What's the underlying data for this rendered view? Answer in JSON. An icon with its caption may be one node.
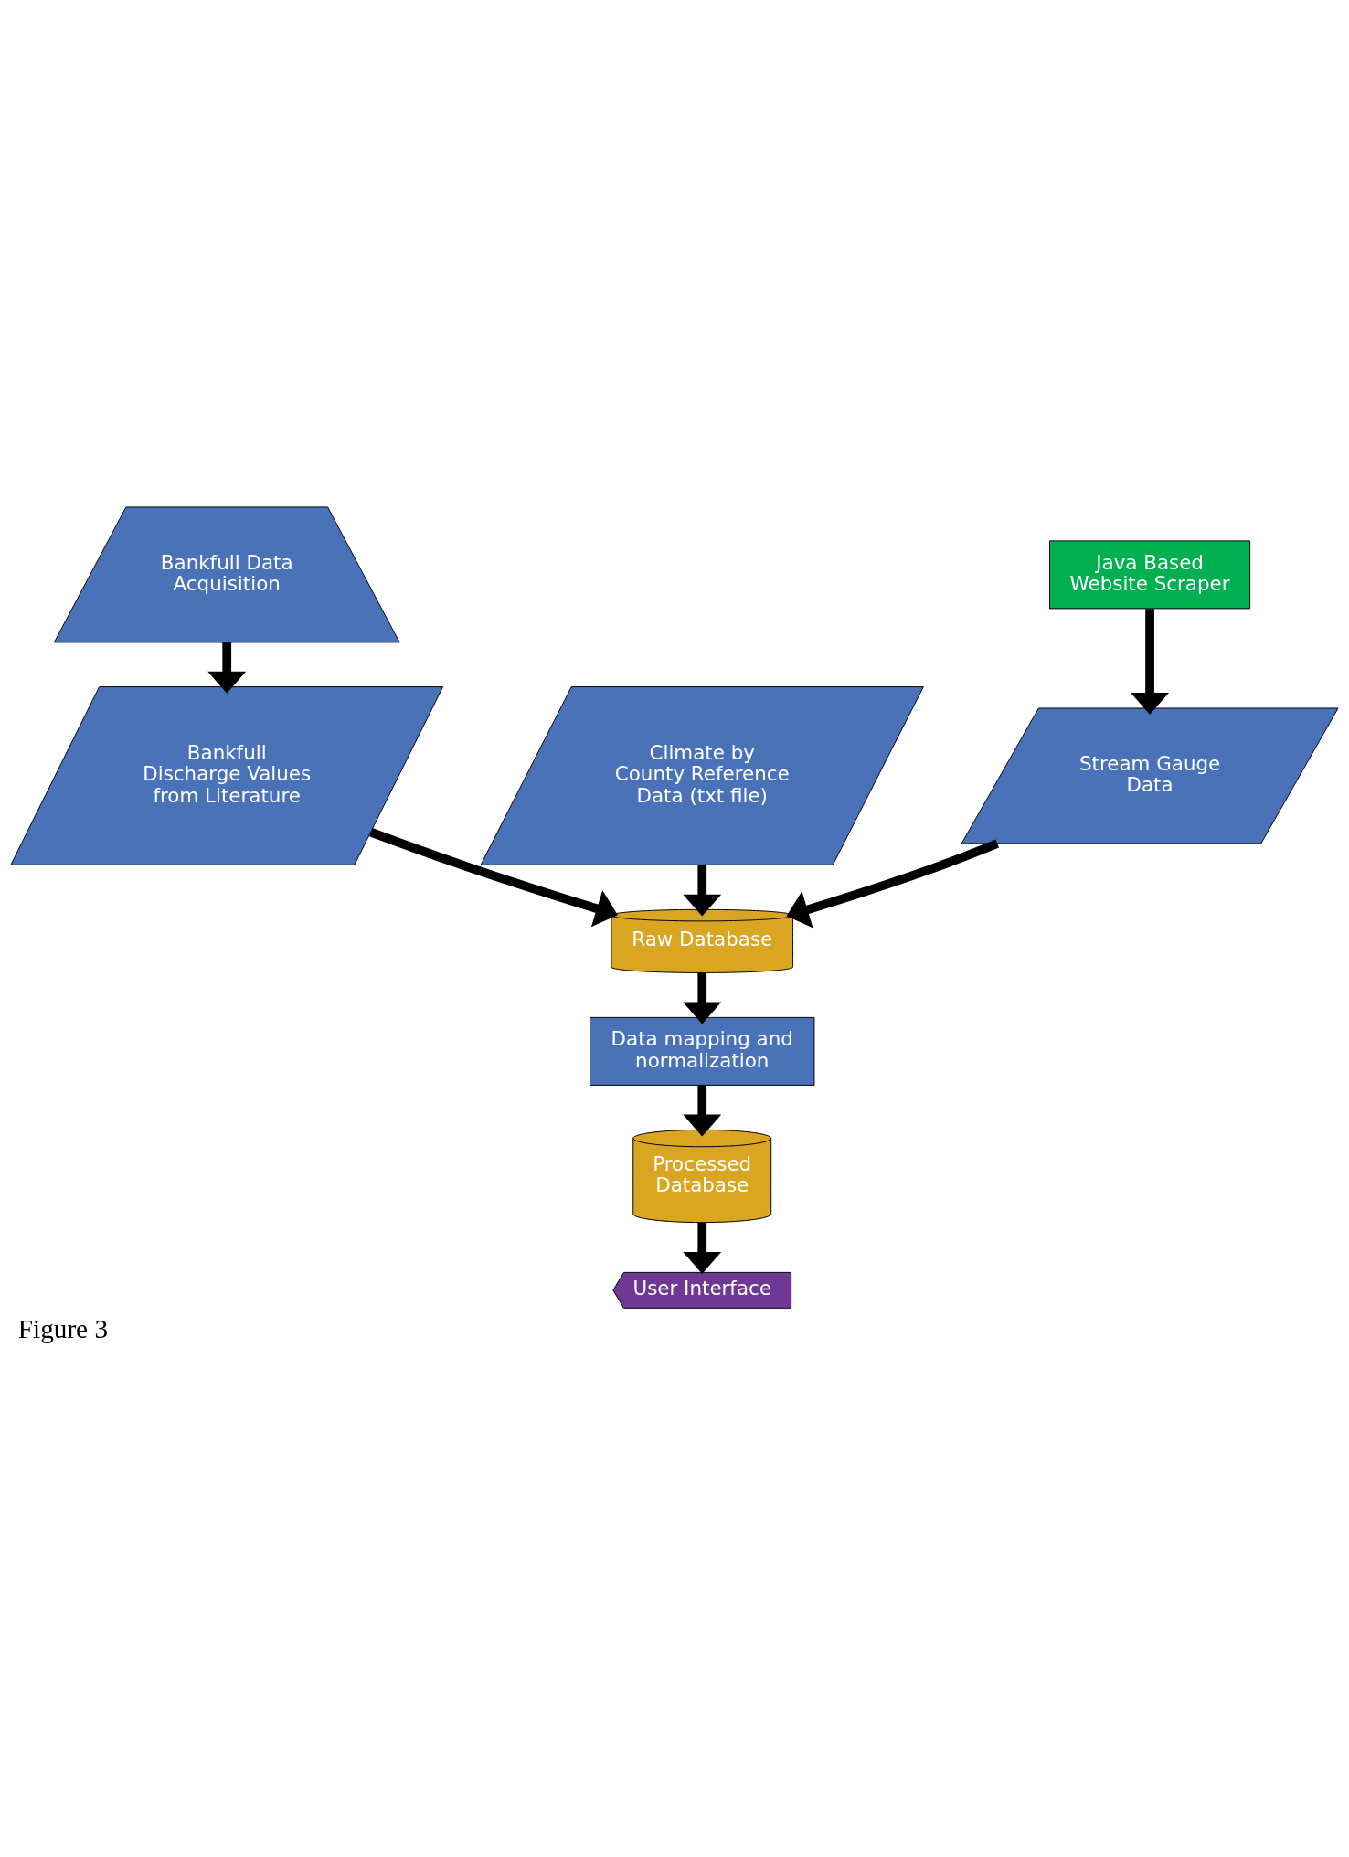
{
  "diagram": {
    "caption": "Figure 3",
    "nodes": [
      {
        "text": [
          "Bankfull Data Acquisition"
        ]
      },
      {
        "text": [
          "Java Based Website Scraper"
        ]
      },
      {
        "text": [
          "Bankfull Discharge Values from Literature"
        ]
      },
      {
        "text": [
          "Climate by County Reference Data (txt file)"
        ]
      },
      {
        "text": [
          "Stream Gauge Data"
        ]
      },
      {
        "text": [
          "Raw Database"
        ]
      },
      {
        "text": [
          "Data mapping and normalization"
        ]
      },
      {
        "text": [
          "Processed Database"
        ]
      },
      {
        "text": [
          "User Interface"
        ]
      }
    ],
    "edges": [
      {
        "from": 0,
        "to": 2,
        "arrow": "to"
      },
      {
        "from": 1,
        "to": 4,
        "arrow": "to"
      },
      {
        "from": 2,
        "to": 5,
        "arrow": "to"
      },
      {
        "from": 3,
        "to": 5,
        "arrow": "to"
      },
      {
        "from": 4,
        "to": 5,
        "arrow": "to"
      },
      {
        "from": 5,
        "to": 6,
        "arrow": "to"
      },
      {
        "from": 6,
        "to": 7,
        "arrow": "to"
      },
      {
        "from": 7,
        "to": 8,
        "arrow": "to"
      }
    ]
  }
}
